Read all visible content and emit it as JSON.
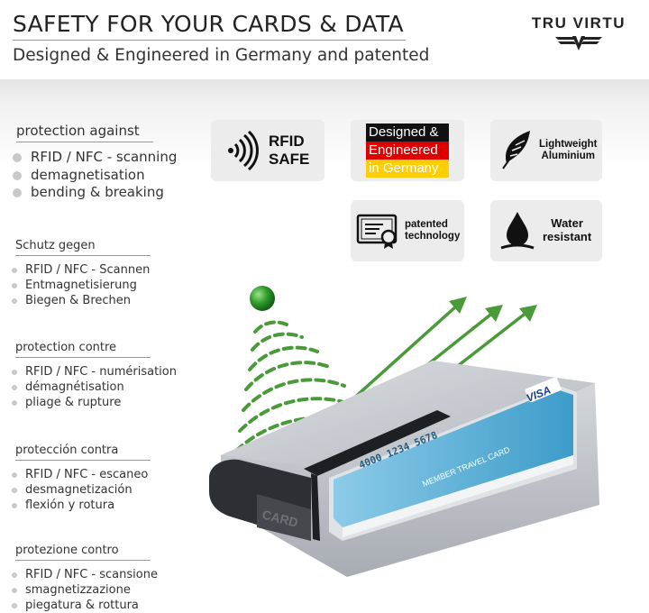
{
  "header": {
    "title": "SAFETY FOR YOUR CARDS & DATA",
    "subtitle": "Designed & Engineered in Germany and patented",
    "brand": "TRU VIRTU"
  },
  "languages": [
    {
      "title": "protection against",
      "items": [
        "RFID / NFC - scanning",
        "demagnetisation",
        "bending & breaking"
      ]
    },
    {
      "title": "Schutz gegen",
      "items": [
        "RFID / NFC - Scannen",
        "Entmagnetisierung",
        "Biegen & Brechen"
      ]
    },
    {
      "title": "protection contre",
      "items": [
        "RFID / NFC - numérisation",
        "démagnétisation",
        "pliage & rupture"
      ]
    },
    {
      "title": "protección contra",
      "items": [
        "RFID / NFC - escaneo",
        "desmagnetización",
        "flexión y rotura"
      ]
    },
    {
      "title": "protezione contro",
      "items": [
        "RFID / NFC - scansione",
        "smagnetizzazione",
        "piegatura & rottura"
      ]
    }
  ],
  "badges": {
    "rfid": {
      "line1": "RFID",
      "line2": "SAFE",
      "icon": "rfid-signal-icon"
    },
    "germany": {
      "line1": "Designed &",
      "line2": "Engineered",
      "line3": "in Germany",
      "colors": [
        "#111111",
        "#dd0000",
        "#ffce00"
      ]
    },
    "lightweight": {
      "line1": "Lightweight",
      "line2": "Aluminium",
      "icon": "feather-icon"
    },
    "patented": {
      "line1": "patented",
      "line2": "technology",
      "icon": "certificate-icon"
    },
    "water": {
      "line1": "Water",
      "line2": "resistant",
      "icon": "water-drop-icon"
    }
  },
  "product": {
    "card_text": "MEMBER TRAVEL CARD",
    "card_number": "4000 1234 5678",
    "card_brand": "VISA",
    "case_logo": "CARD",
    "colors": {
      "waves": "#4a9a3a",
      "case": "#c4c7cc",
      "card": "#5fb6dd"
    }
  },
  "colors": {
    "accent_green": "#4a9a3a",
    "badge_bg": "#ececec",
    "text": "#333333"
  }
}
